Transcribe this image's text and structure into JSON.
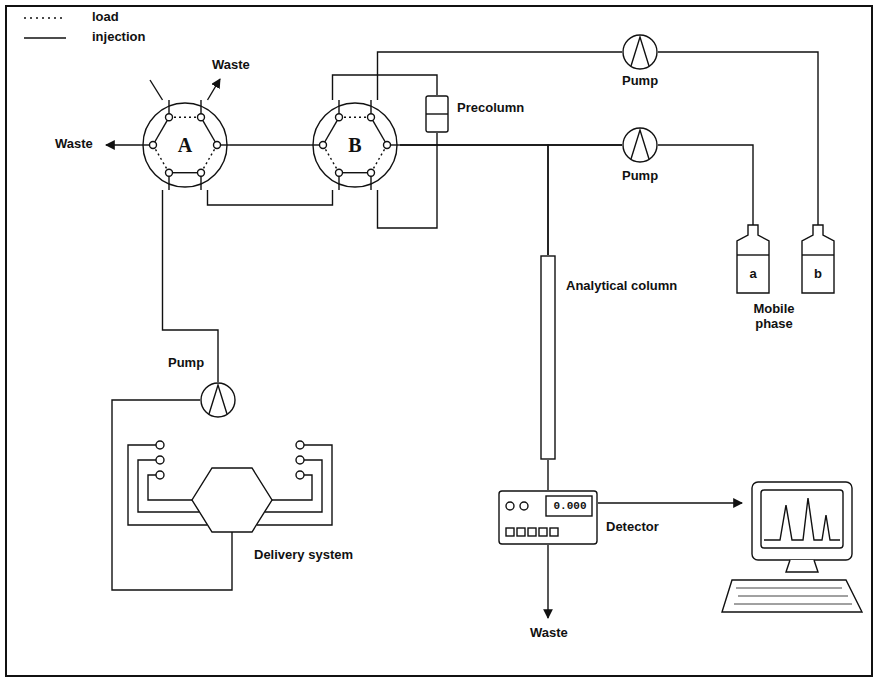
{
  "diagram": {
    "nodes": [
      {
        "text": [
          "A"
        ]
      },
      {
        "text": [
          "B"
        ]
      },
      {
        "text": [
          "Pump"
        ]
      },
      {
        "text": [
          "Precolumn"
        ]
      },
      {
        "text": [
          "Pump"
        ]
      },
      {
        "text": [
          "a"
        ]
      },
      {
        "text": [
          "b"
        ]
      },
      {
        "text": [
          "Analytical column"
        ]
      },
      {
        "text": [
          "0.000",
          "Detector"
        ]
      },
      {
        "text": [
          "Pump"
        ]
      },
      {
        "text": [
          "Delivery system"
        ]
      }
    ],
    "edges": [
      {
        "from": 9,
        "to": 0,
        "arrow": "none"
      },
      {
        "from": 10,
        "to": 9,
        "arrow": "none"
      },
      {
        "from": 0,
        "to": 1,
        "arrow": "none"
      },
      {
        "from": 1,
        "to": 3,
        "arrow": "none"
      },
      {
        "from": 2,
        "to": 1,
        "arrow": "none"
      },
      {
        "from": 2,
        "to": 6,
        "arrow": "none"
      },
      {
        "from": 4,
        "to": 5,
        "arrow": "none"
      },
      {
        "from": 4,
        "to": 1,
        "arrow": "none"
      },
      {
        "from": 1,
        "to": 7,
        "arrow": "none"
      },
      {
        "from": 4,
        "to": 7,
        "arrow": "none"
      },
      {
        "from": 7,
        "to": 8,
        "arrow": "none"
      }
    ],
    "labels": [
      "Waste",
      "Waste",
      "Waste",
      "Mobile phase"
    ],
    "legend": [
      {
        "text": "load"
      },
      {
        "text": "injection"
      }
    ]
  }
}
